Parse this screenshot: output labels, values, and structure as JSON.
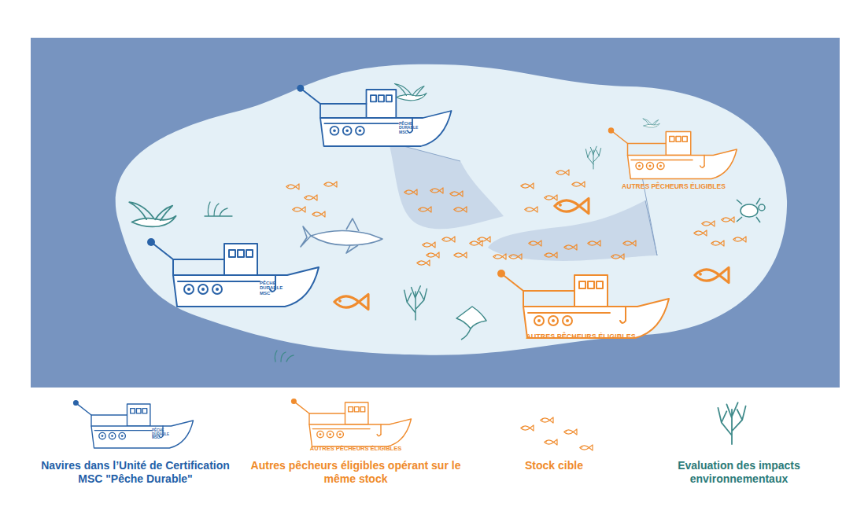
{
  "diagram": {
    "labels": [
      "PÊCHE DURABLE MSC",
      "AUTRES PÊCHEURS ÉLIGIBLES",
      "PÊCHE DURABLE MSC",
      "AUTRES PÊCHEURS ÉLIGIBLES",
      "PÊCHE DURABLE MSC",
      "AUTRES PÊCHEURS ÉLIGIBLES"
    ],
    "legend": [
      {
        "text": "Navires dans l’Unité de Certification MSC \"Pêche Durable\""
      },
      {
        "text": "Autres pêcheurs éligibles opérant sur le même stock"
      },
      {
        "text": "Stock cible"
      },
      {
        "text": "Evaluation des impacts environnementaux"
      }
    ]
  }
}
